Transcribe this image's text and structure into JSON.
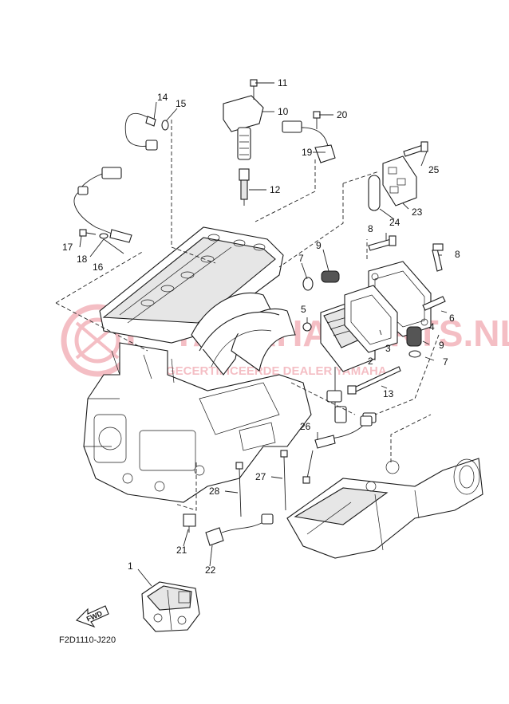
{
  "diagram": {
    "code": "F2D1110-J220",
    "fwd_label": "FWD",
    "watermark": {
      "primary": "YAMAHA-PARTS.NL",
      "secondary": "GECERTIFICEERDE DEALER YAMAHA",
      "color": "#e0475a"
    },
    "callouts": [
      "1",
      "2",
      "3",
      "4",
      "5",
      "6",
      "7",
      "7",
      "8",
      "8",
      "9",
      "9",
      "10",
      "11",
      "12",
      "13",
      "14",
      "15",
      "16",
      "17",
      "18",
      "19",
      "20",
      "21",
      "22",
      "23",
      "24",
      "25",
      "26",
      "27",
      "28"
    ]
  }
}
